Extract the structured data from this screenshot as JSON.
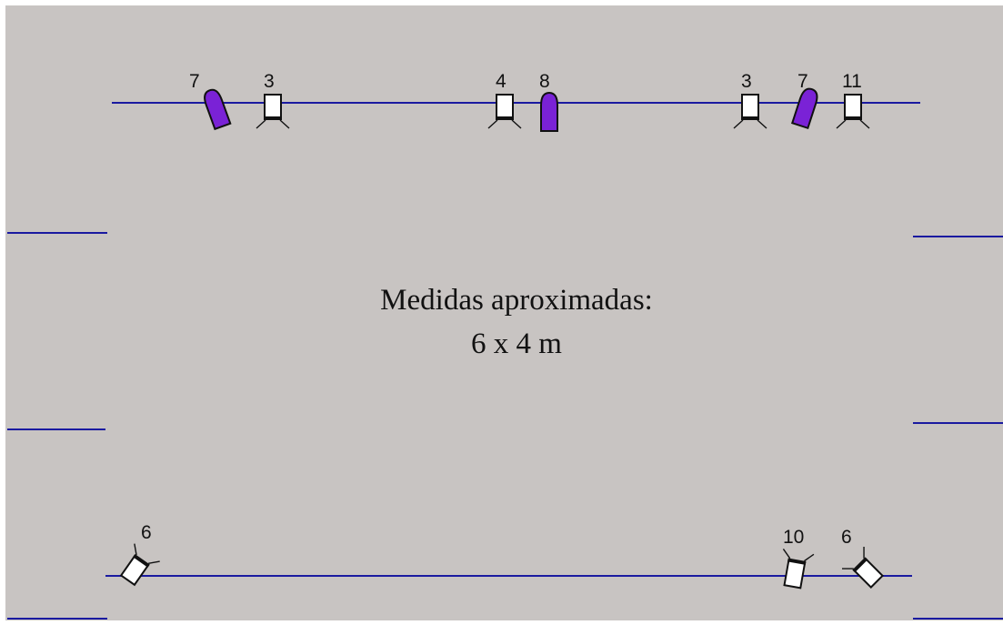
{
  "caption": {
    "line1": "Medidas aproximadas:",
    "line2": "6 x 4 m"
  },
  "colors": {
    "stage_floor": "#c8c4c2",
    "rail": "#1a1aa0",
    "moving_head": "#7a22d6",
    "fixture_body": "#ffffff"
  },
  "fixtures": {
    "top": [
      {
        "label": "7",
        "kind": "moving-head"
      },
      {
        "label": "3",
        "kind": "lamp"
      },
      {
        "label": "4",
        "kind": "lamp"
      },
      {
        "label": "8",
        "kind": "moving-head"
      },
      {
        "label": "3",
        "kind": "lamp"
      },
      {
        "label": "7",
        "kind": "moving-head"
      },
      {
        "label": "11",
        "kind": "lamp"
      }
    ],
    "bottom": [
      {
        "label": "6",
        "kind": "lamp"
      },
      {
        "label": "10",
        "kind": "lamp"
      },
      {
        "label": "6",
        "kind": "lamp"
      }
    ]
  }
}
